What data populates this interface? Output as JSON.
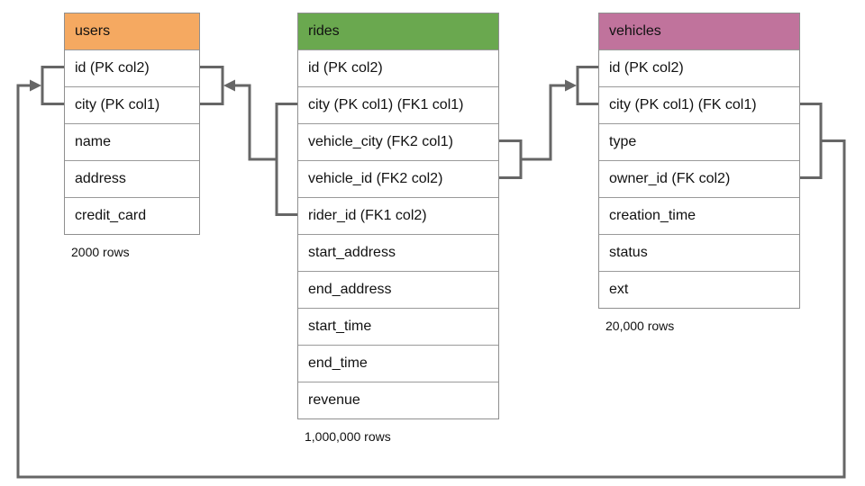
{
  "colors": {
    "connector": "#666666",
    "users_header": "#F5A961",
    "rides_header": "#6AA84F",
    "vehicles_header": "#C0739C"
  },
  "tables": [
    {
      "name": "users",
      "header_color": "#F5A961",
      "columns": [
        "id (PK col2)",
        "city (PK col1)",
        "name",
        "address",
        "credit_card"
      ],
      "row_count_label": "2000 rows"
    },
    {
      "name": "rides",
      "header_color": "#6AA84F",
      "columns": [
        "id (PK col2)",
        "city (PK col1) (FK1 col1)",
        "vehicle_city (FK2 col1)",
        "vehicle_id (FK2 col2)",
        "rider_id (FK1 col2)",
        "start_address",
        "end_address",
        "start_time",
        "end_time",
        "revenue"
      ],
      "row_count_label": "1,000,000 rows"
    },
    {
      "name": "vehicles",
      "header_color": "#C0739C",
      "columns": [
        "id (PK col2)",
        "city (PK col1) (FK col1)",
        "type",
        "owner_id (FK col2)",
        "creation_time",
        "status",
        "ext"
      ],
      "row_count_label": "20,000 rows"
    }
  ],
  "relationships": [
    {
      "from_table": "rides",
      "from_columns": [
        "city (FK1 col1)",
        "rider_id (FK1 col2)"
      ],
      "to_table": "users",
      "to_columns": [
        "id (PK col2)",
        "city (PK col1)"
      ]
    },
    {
      "from_table": "rides",
      "from_columns": [
        "vehicle_city (FK2 col1)",
        "vehicle_id (FK2 col2)"
      ],
      "to_table": "vehicles",
      "to_columns": [
        "id (PK col2)",
        "city (PK col1)"
      ]
    },
    {
      "from_table": "vehicles",
      "from_columns": [
        "city (FK col1)",
        "owner_id (FK col2)"
      ],
      "to_table": "users",
      "to_columns": [
        "id (PK col2)",
        "city (PK col1)"
      ]
    }
  ]
}
